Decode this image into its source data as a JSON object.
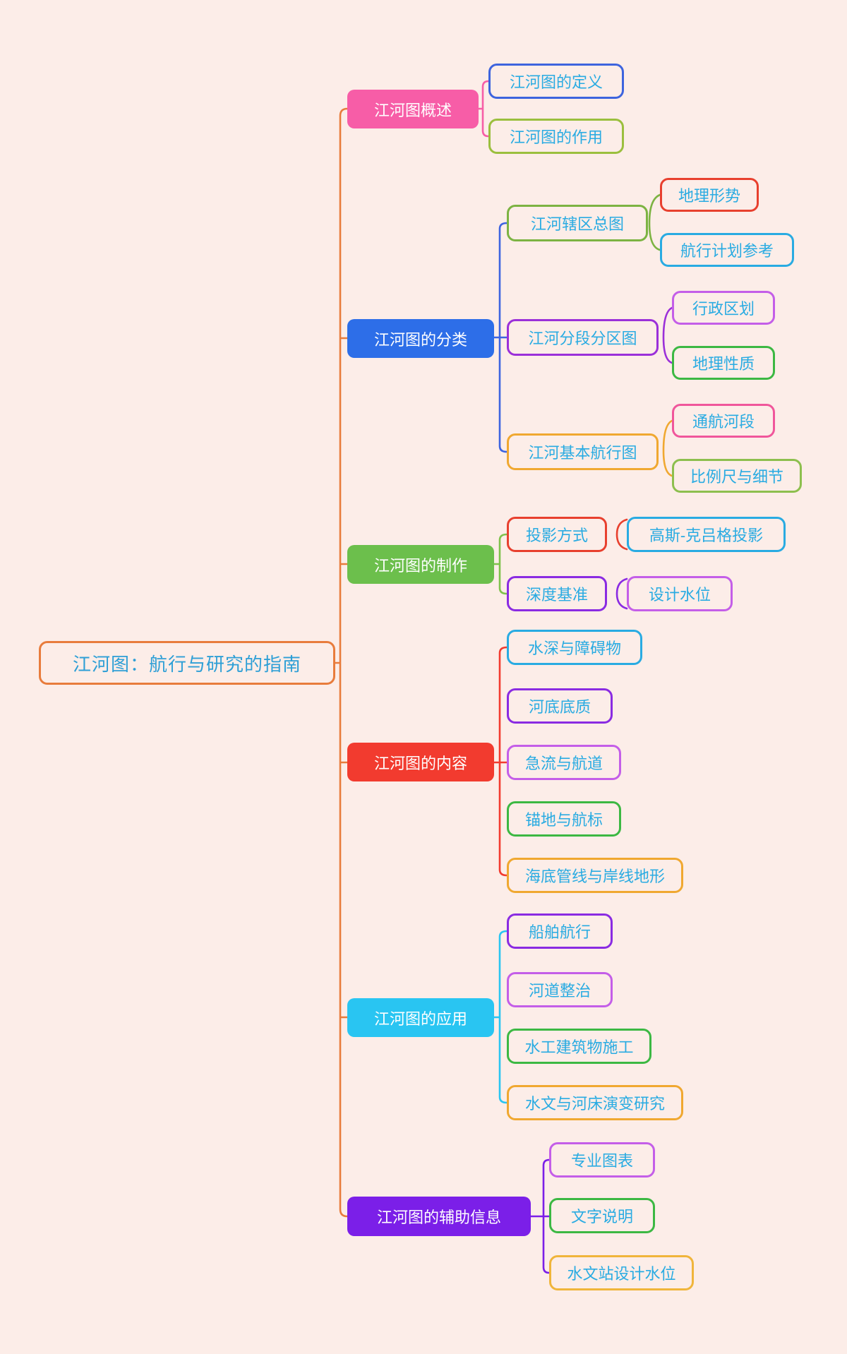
{
  "page": {
    "background": "#FCEDE8"
  },
  "mindmap": {
    "trunk_color": "#E87C3C",
    "branch_text": "#FFFFFF",
    "leaf_text": "#29ABE2",
    "root": {
      "label": "江河图：航行与研究的指南",
      "border": "#E87C3C",
      "text": "#2E9FD6"
    },
    "branches": [
      {
        "label": "江河图概述",
        "fill": "#F75DA7",
        "bracket": "#F75DA7",
        "children": [
          {
            "label": "江河图的定义",
            "border": "#3D64DE"
          },
          {
            "label": "江河图的作用",
            "border": "#9BBF3E"
          }
        ]
      },
      {
        "label": "江河图的分类",
        "fill": "#2D6EE8",
        "bracket": "#3D64E0",
        "children": [
          {
            "label": "江河辖区总图",
            "border": "#7CB342",
            "bracket": "#7CB342",
            "children": [
              {
                "label": "地理形势",
                "border": "#E8402E"
              },
              {
                "label": "航行计划参考",
                "border": "#29ABE2"
              }
            ]
          },
          {
            "label": "江河分段分区图",
            "border": "#9B30D9",
            "bracket": "#9B30D9",
            "children": [
              {
                "label": "行政区划",
                "border": "#C45EE8"
              },
              {
                "label": "地理性质",
                "border": "#3CB843"
              }
            ]
          },
          {
            "label": "江河基本航行图",
            "border": "#F0A830",
            "bracket": "#F0A830",
            "children": [
              {
                "label": "通航河段",
                "border": "#F0569B"
              },
              {
                "label": "比例尺与细节",
                "border": "#8DBF4E"
              }
            ]
          }
        ]
      },
      {
        "label": "江河图的制作",
        "fill": "#6CBF4C",
        "bracket": "#7FC24C",
        "children": [
          {
            "label": "投影方式",
            "border": "#E8402E",
            "bracket": "#E8402E",
            "children": [
              {
                "label": "高斯-克吕格投影",
                "border": "#29ABE2"
              }
            ]
          },
          {
            "label": "深度基准",
            "border": "#8A2BE2",
            "bracket": "#8A2BE2",
            "children": [
              {
                "label": "设计水位",
                "border": "#C45EE8"
              }
            ]
          }
        ]
      },
      {
        "label": "江河图的内容",
        "fill": "#F23B2F",
        "bracket": "#F23B2F",
        "children": [
          {
            "label": "水深与障碍物",
            "border": "#29ABE2"
          },
          {
            "label": "河底底质",
            "border": "#8A2BE2"
          },
          {
            "label": "急流与航道",
            "border": "#C45EE8"
          },
          {
            "label": "锚地与航标",
            "border": "#3CB843"
          },
          {
            "label": "海底管线与岸线地形",
            "border": "#F0A830"
          }
        ]
      },
      {
        "label": "江河图的应用",
        "fill": "#29C5F2",
        "bracket": "#29C5F2",
        "children": [
          {
            "label": "船舶航行",
            "border": "#8A2BE2"
          },
          {
            "label": "河道整治",
            "border": "#C45EE8"
          },
          {
            "label": "水工建筑物施工",
            "border": "#3CB843"
          },
          {
            "label": "水文与河床演变研究",
            "border": "#F0A830"
          }
        ]
      },
      {
        "label": "江河图的辅助信息",
        "fill": "#7B1FE8",
        "bracket": "#7B1FE8",
        "children": [
          {
            "label": "专业图表",
            "border": "#C45EE8"
          },
          {
            "label": "文字说明",
            "border": "#3CB843"
          },
          {
            "label": "水文站设计水位",
            "border": "#F0B53B"
          }
        ]
      }
    ]
  }
}
